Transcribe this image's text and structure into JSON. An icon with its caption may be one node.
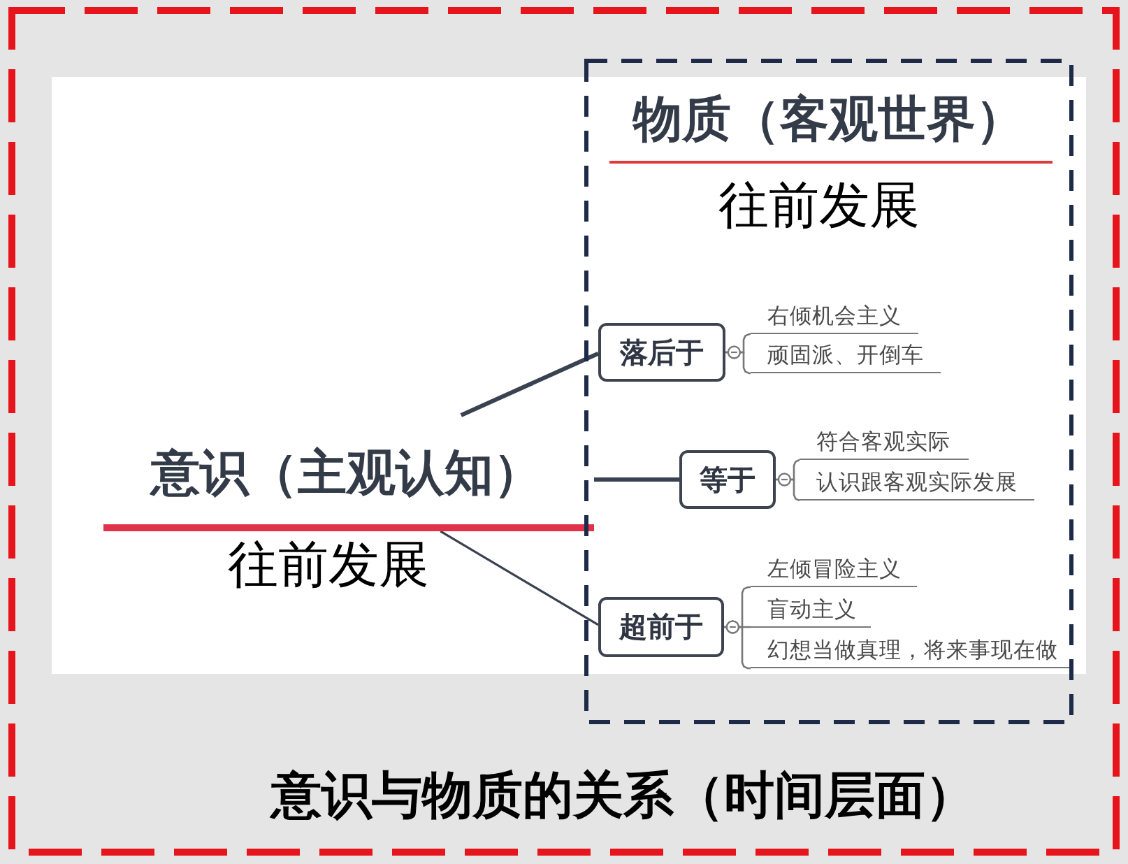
{
  "diagram": {
    "caption": "意识与物质的关系（时间层面）",
    "nodes": [
      {
        "text": [
          "意识（主观认知）"
        ],
        "beside": [
          "往前发展"
        ]
      },
      {
        "text": [
          "物质（客观世界）",
          "往前发展"
        ]
      },
      {
        "text": [
          "落后于"
        ],
        "in": 1
      },
      {
        "text": [
          "右倾机会主义"
        ],
        "in": 1
      },
      {
        "text": [
          "顽固派、开倒车"
        ],
        "in": 1
      },
      {
        "text": [
          "等于"
        ],
        "in": 1
      },
      {
        "text": [
          "符合客观实际"
        ],
        "in": 1
      },
      {
        "text": [
          "认识跟客观实际发展"
        ],
        "in": 1
      },
      {
        "text": [
          "超前于"
        ],
        "in": 1
      },
      {
        "text": [
          "左倾冒险主义"
        ],
        "in": 1
      },
      {
        "text": [
          "盲动主义"
        ],
        "in": 1
      },
      {
        "text": [
          "幻想当做真理，将来事现在做"
        ],
        "in": 1
      }
    ],
    "edges": [
      {
        "from": 0,
        "to": 2,
        "arrow": "none",
        "style": "thick",
        "color": "#3a4150"
      },
      {
        "from": 0,
        "to": 5,
        "arrow": "none",
        "style": "thick",
        "color": "#3a4150"
      },
      {
        "from": 0,
        "to": 8,
        "arrow": "none",
        "color": "#3a4150"
      },
      {
        "from": 2,
        "to": 3,
        "arrow": "other"
      },
      {
        "from": 2,
        "to": 4,
        "arrow": "other"
      },
      {
        "from": 5,
        "to": 6,
        "arrow": "other"
      },
      {
        "from": 5,
        "to": 7,
        "arrow": "other"
      },
      {
        "from": 8,
        "to": 9,
        "arrow": "other"
      },
      {
        "from": 8,
        "to": 10,
        "arrow": "other"
      },
      {
        "from": 8,
        "to": 11,
        "arrow": "other"
      }
    ]
  }
}
